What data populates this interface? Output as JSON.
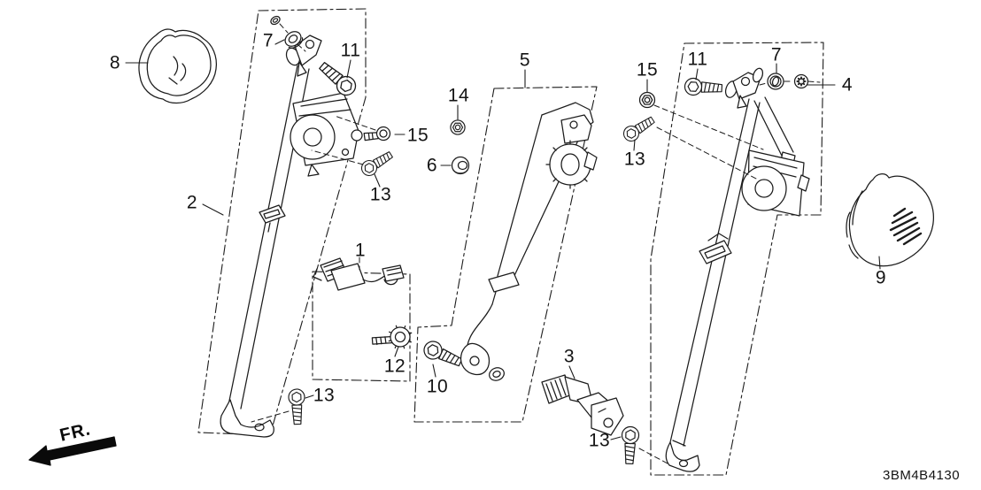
{
  "diagram": {
    "part_code": "3BM4B4130",
    "direction_label": "FR.",
    "background": "#ffffff",
    "line_color": "#1c1c1c"
  },
  "callouts": {
    "c1": "1",
    "c2": "2",
    "c3": "3",
    "c4": "4",
    "c5": "5",
    "c6": "6",
    "c7_left": "7",
    "c7_right": "7",
    "c8": "8",
    "c9": "9",
    "c10": "10",
    "c11_left": "11",
    "c11_right": "11",
    "c12": "12",
    "c13_left_upper": "13",
    "c13_left_lower": "13",
    "c13_bottom_center": "13",
    "c13_right": "13",
    "c14": "14",
    "c15_left": "15",
    "c15_right": "15"
  }
}
